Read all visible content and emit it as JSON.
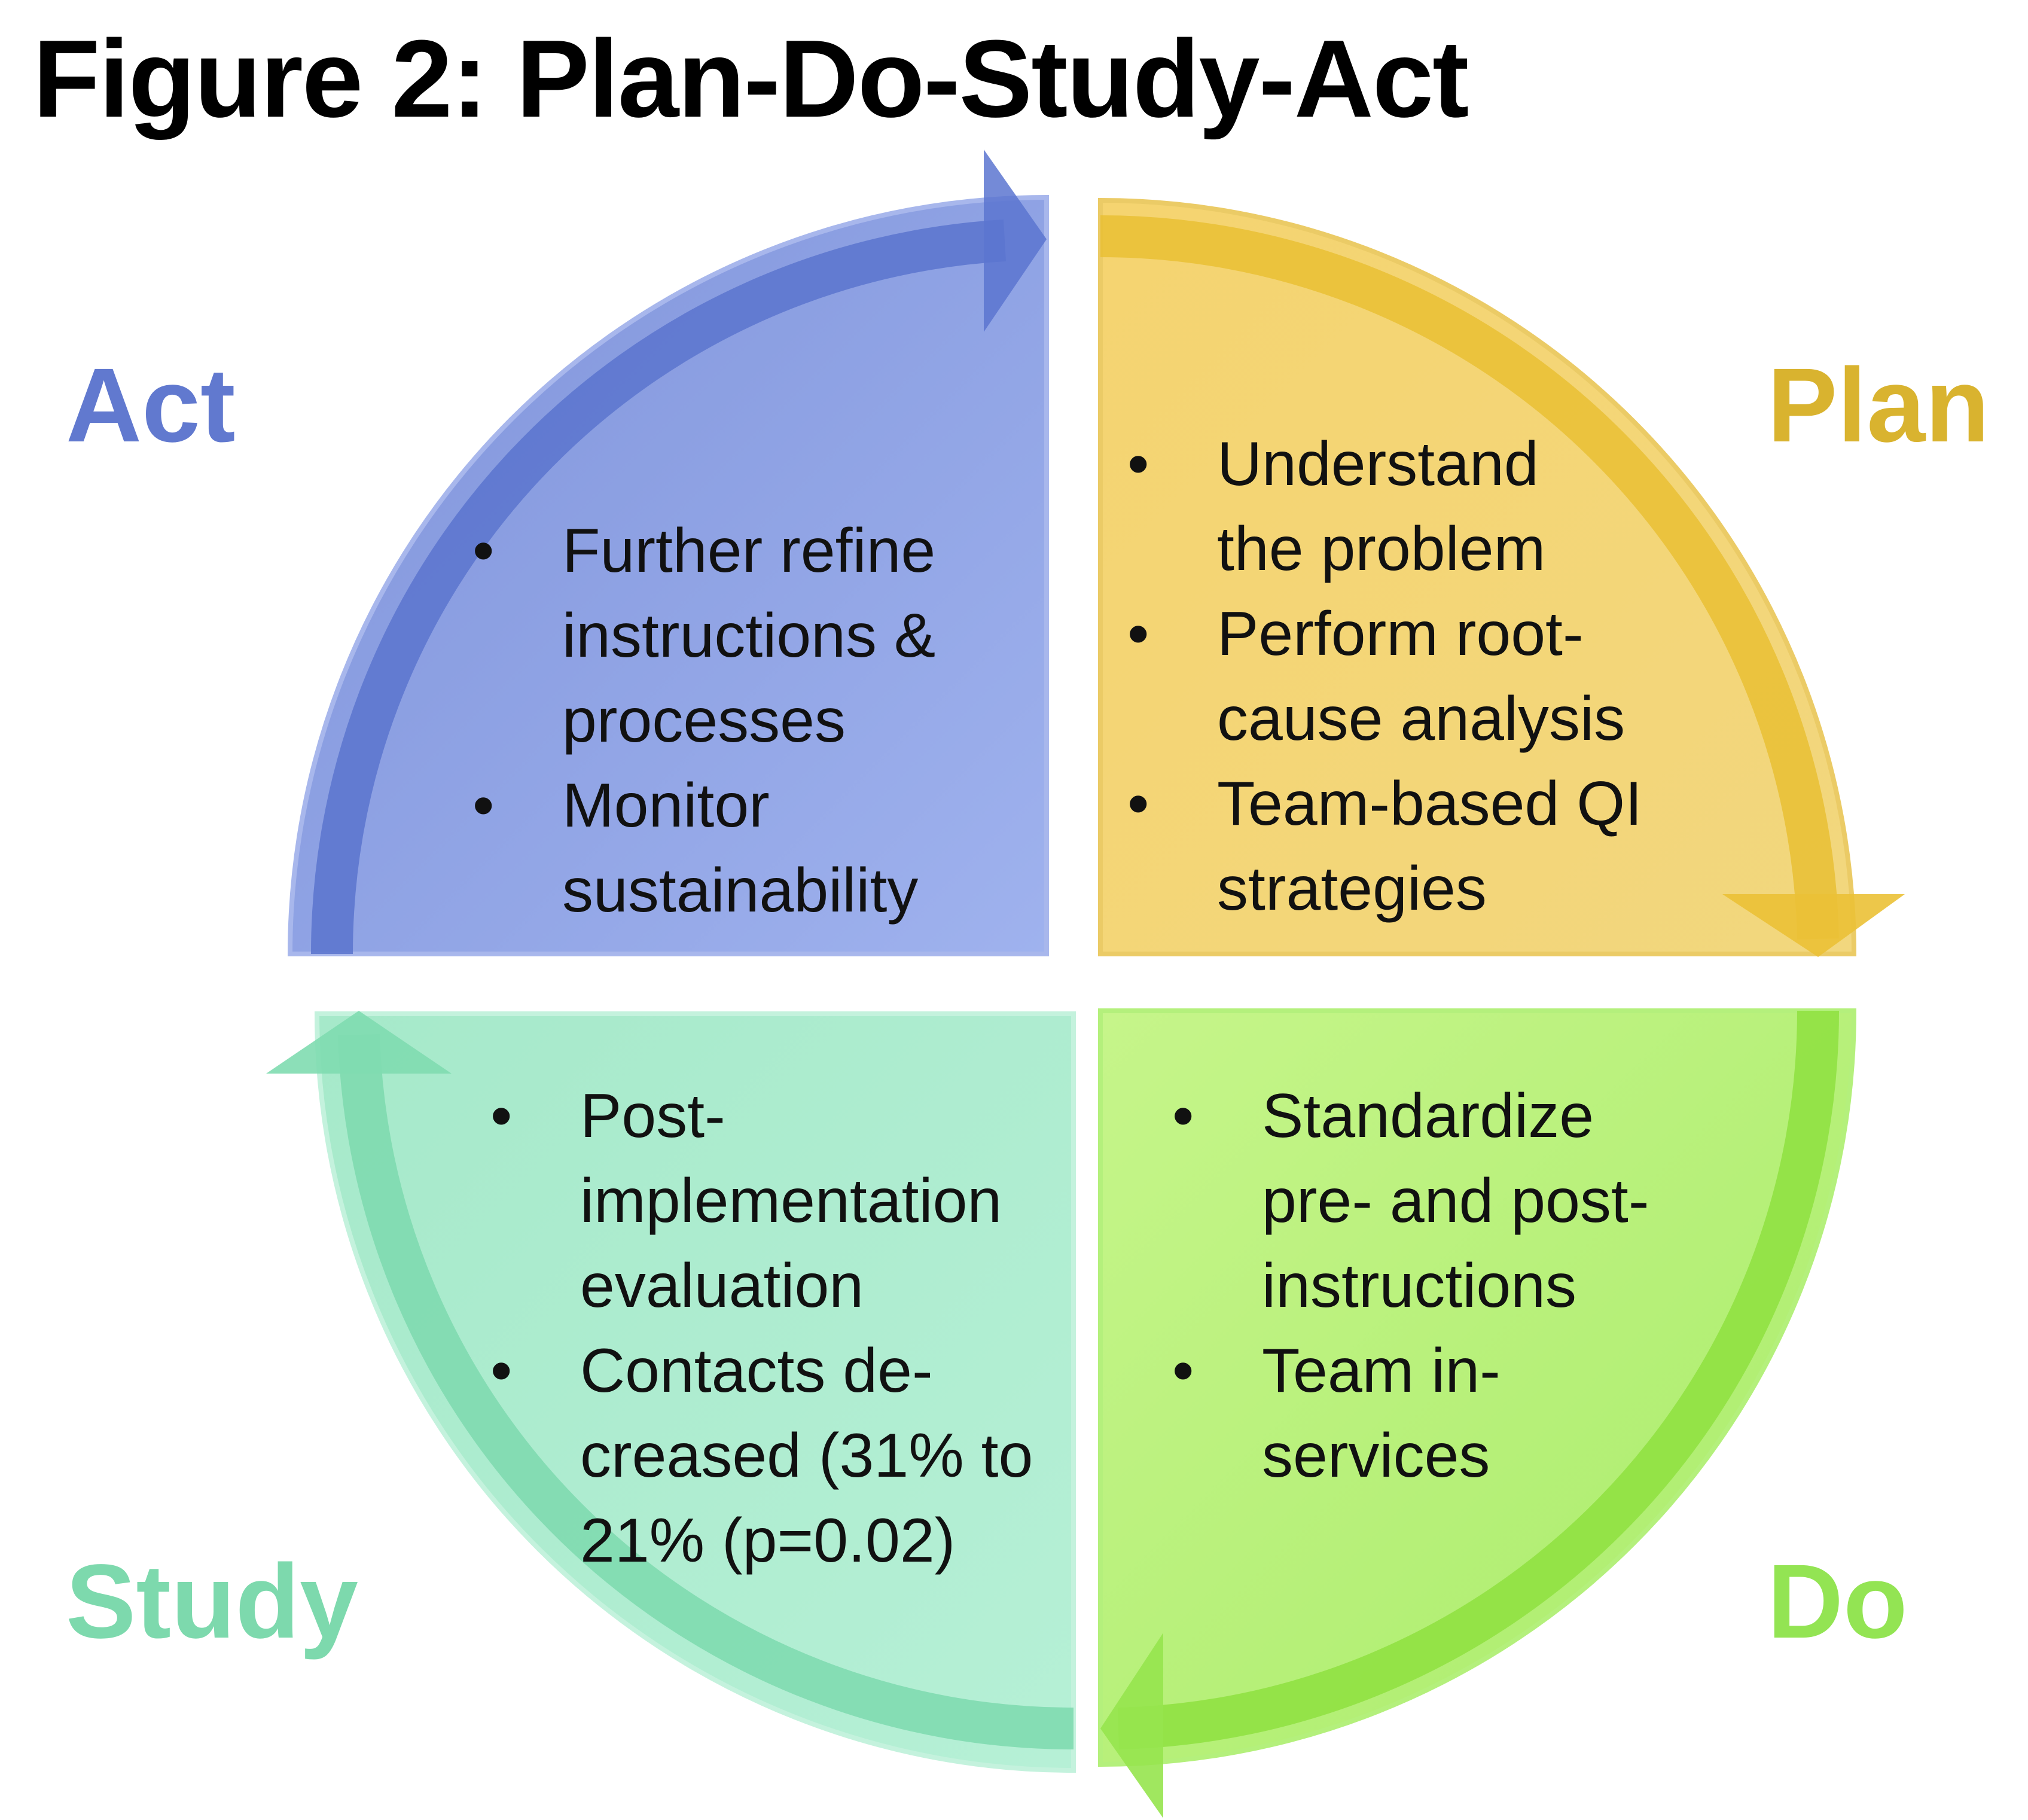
{
  "title": "Figure 2: Plan-Do-Study-Act",
  "colors": {
    "act": "#6B82D2",
    "plan": "#DDB73C",
    "do": "#9BE55A",
    "study": "#7FDCAF"
  },
  "quadrants": {
    "act": {
      "label": "Act",
      "items": [
        "Further refine\ninstructions &\nprocesses",
        "Monitor\nsustainability"
      ]
    },
    "plan": {
      "label": "Plan",
      "items": [
        "Understand\nthe problem",
        "Perform root-\ncause analysis",
        "Team-based QI\nstrategies"
      ]
    },
    "do": {
      "label": "Do",
      "items": [
        "Standardize\npre- and post-\ninstructions",
        "Team in-\nservices"
      ]
    },
    "study": {
      "label": "Study",
      "items": [
        "Post-\nimplementation\nevaluation",
        "Contacts de-\ncreased (31% to\n21% (p=0.02)"
      ]
    }
  }
}
